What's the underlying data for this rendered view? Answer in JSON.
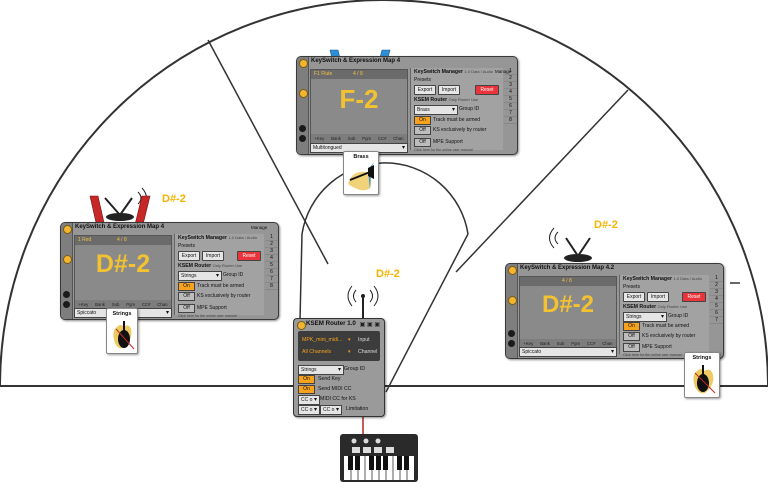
{
  "notes": {
    "left": "D#-2",
    "router": "D#-2",
    "right": "D#-2"
  },
  "devices": {
    "left": {
      "title": "KeySwitch & Expression Map 4",
      "big_note": "D#-2",
      "screen_head": "1 Red",
      "screen_page": "4 / 8",
      "footer": [
        "+Key",
        "Bank",
        "Sub",
        "Pgm",
        "CC#",
        "Chan"
      ],
      "articulation": "Spiccato",
      "manager_title": "KeySwitch Manager",
      "manager_sub": "1.0 Data / Audio",
      "manage_label": "Manage",
      "presets": "Presets",
      "export": "Export",
      "import": "Import",
      "reset": "Reset",
      "router_title": "KSEM Router",
      "router_sub": "Only Router Use",
      "group_select": "Strings",
      "group_label": "Group ID",
      "on1": "On",
      "armed_label": "Track must be armed",
      "off1": "Off",
      "exclusive_label": "KS exclusively by router",
      "off2": "Off",
      "mpe_label": "MPE Support",
      "help": "Click here for the online user manual",
      "nums": [
        "1",
        "2",
        "3",
        "4",
        "5",
        "6",
        "7",
        "8"
      ]
    },
    "top": {
      "title": "KeySwitch & Expression Map 4",
      "big_note": "F-2",
      "screen_head": "F1 Flute",
      "screen_page": "4 / 8",
      "footer": [
        "+Key",
        "Bank",
        "Sub",
        "Pgm",
        "CC#",
        "Chan"
      ],
      "articulation": "Multitongued",
      "manager_title": "KeySwitch Manager",
      "manager_sub": "1.0 Data / Audio",
      "manage_label": "Manage",
      "presets": "Presets",
      "export": "Export",
      "import": "Import",
      "reset": "Reset",
      "router_title": "KSEM Router",
      "router_sub": "Only Router Use",
      "group_select": "Brass",
      "group_label": "Group ID",
      "on1": "On",
      "armed_label": "Track must be armed",
      "off1": "Off",
      "exclusive_label": "KS exclusively by router",
      "off2": "Off",
      "mpe_label": "MPE Support",
      "help": "Click here for the online user manual",
      "nums": [
        "1",
        "2",
        "3",
        "4",
        "5",
        "6",
        "7",
        "8"
      ]
    },
    "right": {
      "title": "KeySwitch & Expression Map 4.2",
      "big_note": "D#-2",
      "screen_head": "",
      "screen_page": "4 / 8",
      "footer": [
        "+Key",
        "Bank",
        "Sub",
        "Pgm",
        "CC#",
        "Chan"
      ],
      "articulation": "Spiccato",
      "manager_title": "KeySwitch Manager",
      "manager_sub": "1.0 Data / Audio",
      "manage_label": "Manage",
      "presets": "Presets",
      "export": "Export",
      "import": "Import",
      "reset": "Reset",
      "router_title": "KSEM Router",
      "router_sub": "Only Router Use",
      "group_select": "Strings",
      "group_label": "Group ID",
      "on1": "On",
      "armed_label": "Track must be armed",
      "off1": "Off",
      "exclusive_label": "KS exclusively by router",
      "off2": "Off",
      "mpe_label": "MPE Support",
      "help": "Click here for the online user manual",
      "nums": [
        "1",
        "2",
        "3",
        "4",
        "5",
        "6",
        "7"
      ]
    }
  },
  "router": {
    "title": "KSEM Router 1.0",
    "input_value": "MPK_mini_midi...",
    "input_label": "Input",
    "channel_value": "All Channels",
    "channel_label": "Channel",
    "group_select": "Strings",
    "group_label": "Group ID",
    "send_key_toggle": "On",
    "send_key_label": "Send Key",
    "send_cc_toggle": "On",
    "send_cc_label": "Send MIDI CC",
    "cc_for_ks_value": "CC o",
    "cc_for_ks_label": "MIDI CC for KS",
    "limit_value_1": "CC o",
    "limit_value_2": "CC o",
    "limit_label": "Limitation"
  },
  "cards": {
    "left": "Strings",
    "top": "Brass",
    "right": "Strings"
  },
  "colors": {
    "accent_yellow": "#f5b400",
    "lanyard_red": "#c62828",
    "lanyard_blue": "#2e8fd6",
    "toggle_orange": "#f6a21c",
    "reset_red": "#e8343a"
  }
}
